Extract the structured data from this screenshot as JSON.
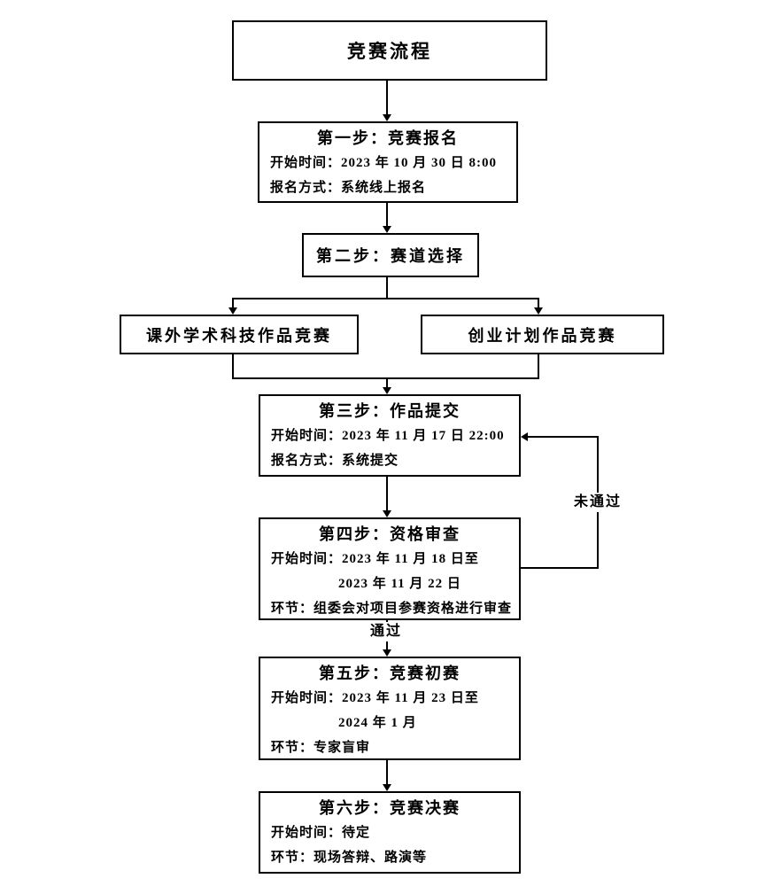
{
  "page": {
    "background_color": "#ffffff",
    "line_color": "#000000"
  },
  "flowchart": {
    "title": "竞赛流程",
    "steps": [
      {
        "title": "第一步：竞赛报名",
        "lines": [
          "开始时间：2023 年 10 月 30 日 8:00",
          "报名方式：系统线上报名"
        ]
      },
      {
        "title": "第二步：赛道选择",
        "lines": []
      },
      {
        "title": "第三步：作品提交",
        "lines": [
          "开始时间：2023 年 11 月 17 日 22:00",
          "报名方式：系统提交"
        ]
      },
      {
        "title": "第四步：资格审查",
        "lines": [
          "开始时间：2023 年 11 月 18 日至",
          "2023 年 11 月 22 日",
          "环节：组委会对项目参赛资格进行审查"
        ]
      },
      {
        "title": "第五步：竞赛初赛",
        "lines": [
          "开始时间：2023 年 11 月 23 日至",
          "2024 年 1 月",
          "环节：专家盲审"
        ]
      },
      {
        "title": "第六步：竞赛决赛",
        "lines": [
          "开始时间：待定",
          "环节：现场答辩、路演等"
        ]
      }
    ],
    "branches": [
      {
        "label": "课外学术科技作品竞赛"
      },
      {
        "label": "创业计划作品竞赛"
      }
    ],
    "edge_labels": {
      "fail": "未通过",
      "pass": "通过"
    }
  }
}
